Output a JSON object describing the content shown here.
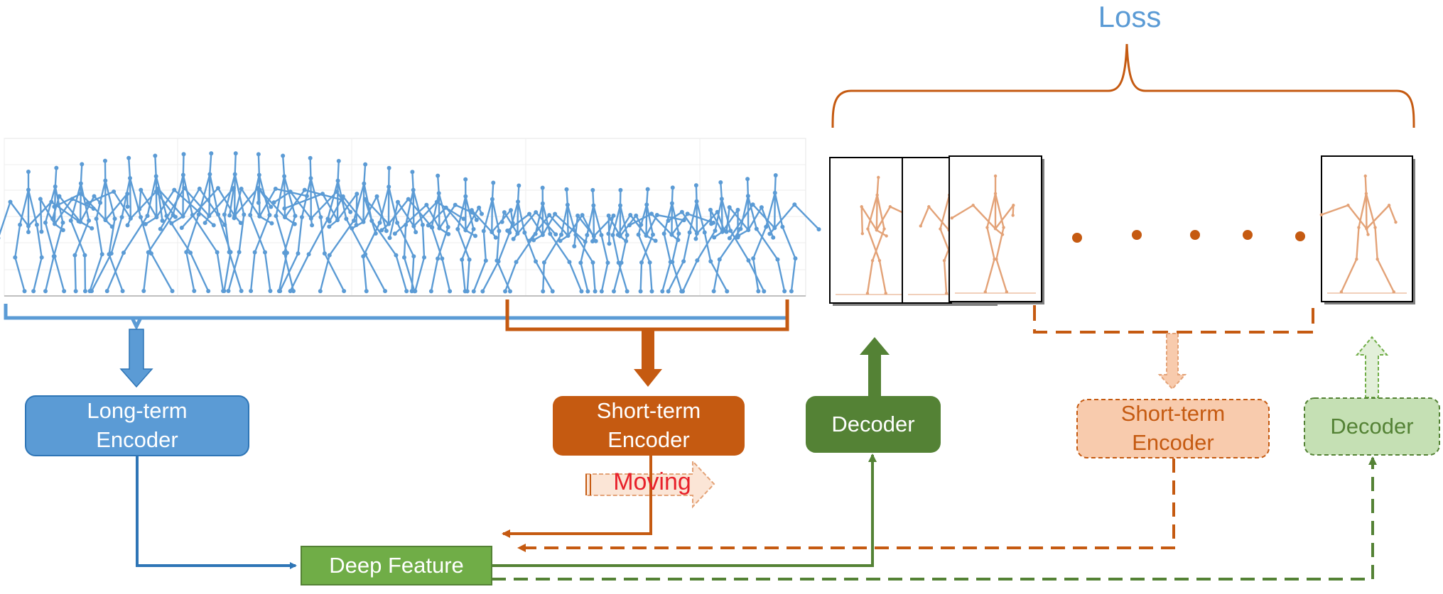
{
  "loss": {
    "label": "Loss"
  },
  "nodes": {
    "long_term_encoder": "Long-term\nEncoder",
    "short_term_encoder": "Short-term\nEncoder",
    "decoder": "Decoder",
    "short_term_encoder_future": "Short-term\nEncoder",
    "decoder_future": "Decoder",
    "deep_feature": "Deep Feature"
  },
  "moving": {
    "label": "Moving"
  },
  "colors": {
    "blue": "#5b9bd5",
    "blue_dark": "#2e75b6",
    "orange": "#c55a11",
    "orange_light": "#f8cbad",
    "green": "#548235",
    "green_mid": "#70ad47",
    "green_light": "#c5e0b4",
    "skeleton_blue": "#5b9bd5",
    "skeleton_orange": "#e3a277",
    "moving_text": "#e8202a"
  }
}
